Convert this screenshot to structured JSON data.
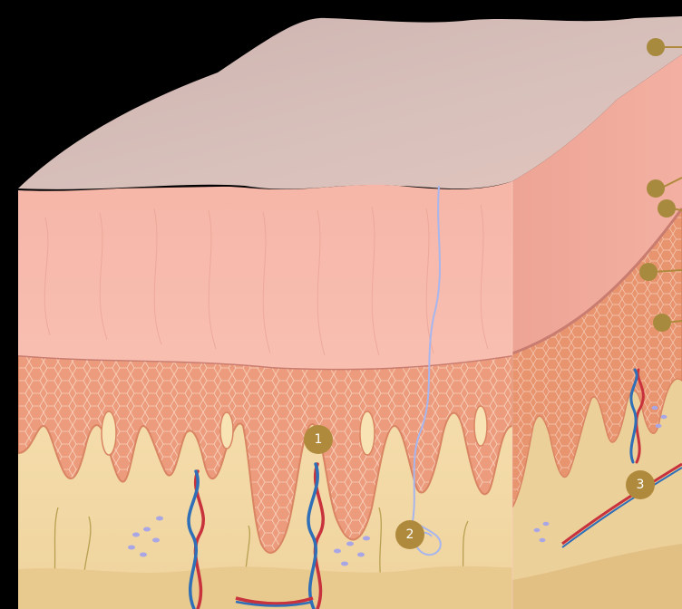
{
  "figure": {
    "subject": "skin-cross-section",
    "colors": {
      "background": "#000000",
      "epithelium_top": "#d6bcb7",
      "epithelium_front": "#f7b8aa",
      "epithelium_side": "#f1a898",
      "basal_layer": "#eb9a78",
      "cell_outline": "#f8d3c0",
      "dermis": "#f3dba8",
      "dermis_side": "#ecd09a",
      "artery": "#c8323c",
      "vein": "#2e6fb8",
      "nerve": "#a8b6ee",
      "marker": "#b08a3c",
      "marker_text": "#ffffff"
    }
  },
  "markers": {
    "numbered": [
      {
        "label": "1",
        "icon": "numbered-marker-icon"
      },
      {
        "label": "2",
        "icon": "numbered-marker-icon"
      },
      {
        "label": "3",
        "icon": "numbered-marker-icon"
      }
    ],
    "pointers": [
      {
        "icon": "pointer-marker-icon",
        "target": "surface"
      },
      {
        "icon": "pointer-marker-icon",
        "target": "upper-layer"
      },
      {
        "icon": "pointer-marker-icon",
        "target": "layer-boundary"
      },
      {
        "icon": "pointer-marker-icon",
        "target": "cell-layer"
      },
      {
        "icon": "pointer-marker-icon",
        "target": "basal-layer"
      }
    ]
  }
}
